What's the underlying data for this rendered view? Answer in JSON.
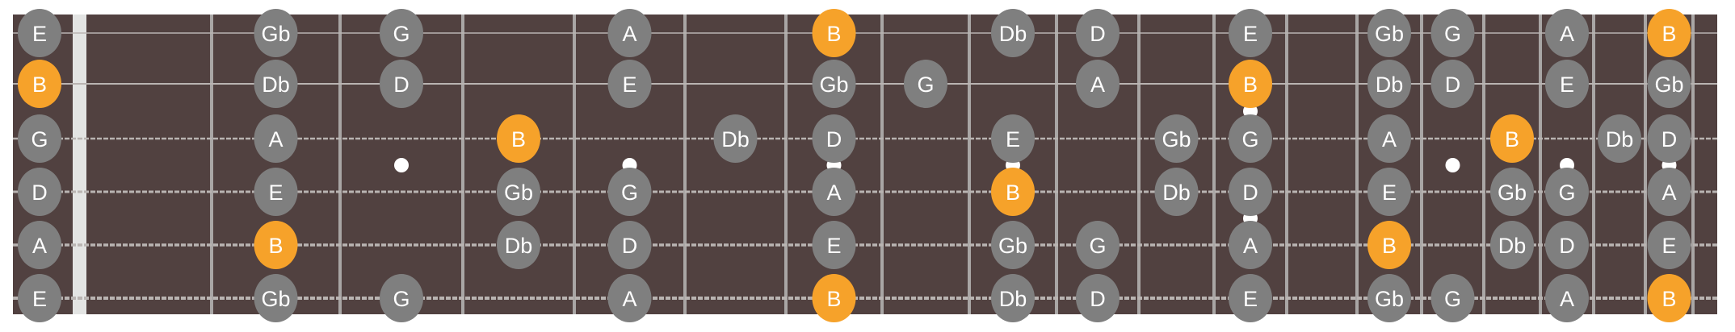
{
  "fretboard": {
    "tuning_top_to_bottom": [
      "E",
      "B",
      "G",
      "D",
      "A",
      "E"
    ],
    "fret_count": 19,
    "highlight_note": "B",
    "inlays_single": [
      3,
      5,
      7,
      9,
      15,
      17,
      19
    ],
    "inlays_double": [
      12
    ],
    "colors": {
      "board": "#514140",
      "note": "#7f7f7f",
      "root": "#f6a22a",
      "string": "#b9b4b2",
      "fret": "#a9a6a5",
      "nut": "#e3e4e3",
      "inlay": "#ffffff",
      "note_text": "#ffffff"
    },
    "strings": [
      {
        "notes": [
          {
            "fret": 0,
            "note": "E"
          },
          {
            "fret": 2,
            "note": "Gb"
          },
          {
            "fret": 3,
            "note": "G"
          },
          {
            "fret": 5,
            "note": "A"
          },
          {
            "fret": 7,
            "note": "B"
          },
          {
            "fret": 9,
            "note": "Db"
          },
          {
            "fret": 10,
            "note": "D"
          },
          {
            "fret": 12,
            "note": "E"
          },
          {
            "fret": 14,
            "note": "Gb"
          },
          {
            "fret": 15,
            "note": "G"
          },
          {
            "fret": 17,
            "note": "A"
          },
          {
            "fret": 19,
            "note": "B"
          }
        ]
      },
      {
        "notes": [
          {
            "fret": 0,
            "note": "B"
          },
          {
            "fret": 2,
            "note": "Db"
          },
          {
            "fret": 3,
            "note": "D"
          },
          {
            "fret": 5,
            "note": "E"
          },
          {
            "fret": 7,
            "note": "Gb"
          },
          {
            "fret": 8,
            "note": "G"
          },
          {
            "fret": 10,
            "note": "A"
          },
          {
            "fret": 12,
            "note": "B"
          },
          {
            "fret": 14,
            "note": "Db"
          },
          {
            "fret": 15,
            "note": "D"
          },
          {
            "fret": 17,
            "note": "E"
          },
          {
            "fret": 19,
            "note": "Gb"
          }
        ]
      },
      {
        "notes": [
          {
            "fret": 0,
            "note": "G"
          },
          {
            "fret": 2,
            "note": "A"
          },
          {
            "fret": 4,
            "note": "B"
          },
          {
            "fret": 6,
            "note": "Db"
          },
          {
            "fret": 7,
            "note": "D"
          },
          {
            "fret": 9,
            "note": "E"
          },
          {
            "fret": 11,
            "note": "Gb"
          },
          {
            "fret": 12,
            "note": "G"
          },
          {
            "fret": 14,
            "note": "A"
          },
          {
            "fret": 16,
            "note": "B"
          },
          {
            "fret": 18,
            "note": "Db"
          },
          {
            "fret": 19,
            "note": "D"
          }
        ]
      },
      {
        "notes": [
          {
            "fret": 0,
            "note": "D"
          },
          {
            "fret": 2,
            "note": "E"
          },
          {
            "fret": 4,
            "note": "Gb"
          },
          {
            "fret": 5,
            "note": "G"
          },
          {
            "fret": 7,
            "note": "A"
          },
          {
            "fret": 9,
            "note": "B"
          },
          {
            "fret": 11,
            "note": "Db"
          },
          {
            "fret": 12,
            "note": "D"
          },
          {
            "fret": 14,
            "note": "E"
          },
          {
            "fret": 16,
            "note": "Gb"
          },
          {
            "fret": 17,
            "note": "G"
          },
          {
            "fret": 19,
            "note": "A"
          }
        ]
      },
      {
        "notes": [
          {
            "fret": 0,
            "note": "A"
          },
          {
            "fret": 2,
            "note": "B"
          },
          {
            "fret": 4,
            "note": "Db"
          },
          {
            "fret": 5,
            "note": "D"
          },
          {
            "fret": 7,
            "note": "E"
          },
          {
            "fret": 9,
            "note": "Gb"
          },
          {
            "fret": 10,
            "note": "G"
          },
          {
            "fret": 12,
            "note": "A"
          },
          {
            "fret": 14,
            "note": "B"
          },
          {
            "fret": 16,
            "note": "Db"
          },
          {
            "fret": 17,
            "note": "D"
          },
          {
            "fret": 19,
            "note": "E"
          }
        ]
      },
      {
        "notes": [
          {
            "fret": 0,
            "note": "E"
          },
          {
            "fret": 2,
            "note": "Gb"
          },
          {
            "fret": 3,
            "note": "G"
          },
          {
            "fret": 5,
            "note": "A"
          },
          {
            "fret": 7,
            "note": "B"
          },
          {
            "fret": 9,
            "note": "Db"
          },
          {
            "fret": 10,
            "note": "D"
          },
          {
            "fret": 12,
            "note": "E"
          },
          {
            "fret": 14,
            "note": "Gb"
          },
          {
            "fret": 15,
            "note": "G"
          },
          {
            "fret": 17,
            "note": "A"
          },
          {
            "fret": 19,
            "note": "B"
          }
        ]
      }
    ]
  }
}
